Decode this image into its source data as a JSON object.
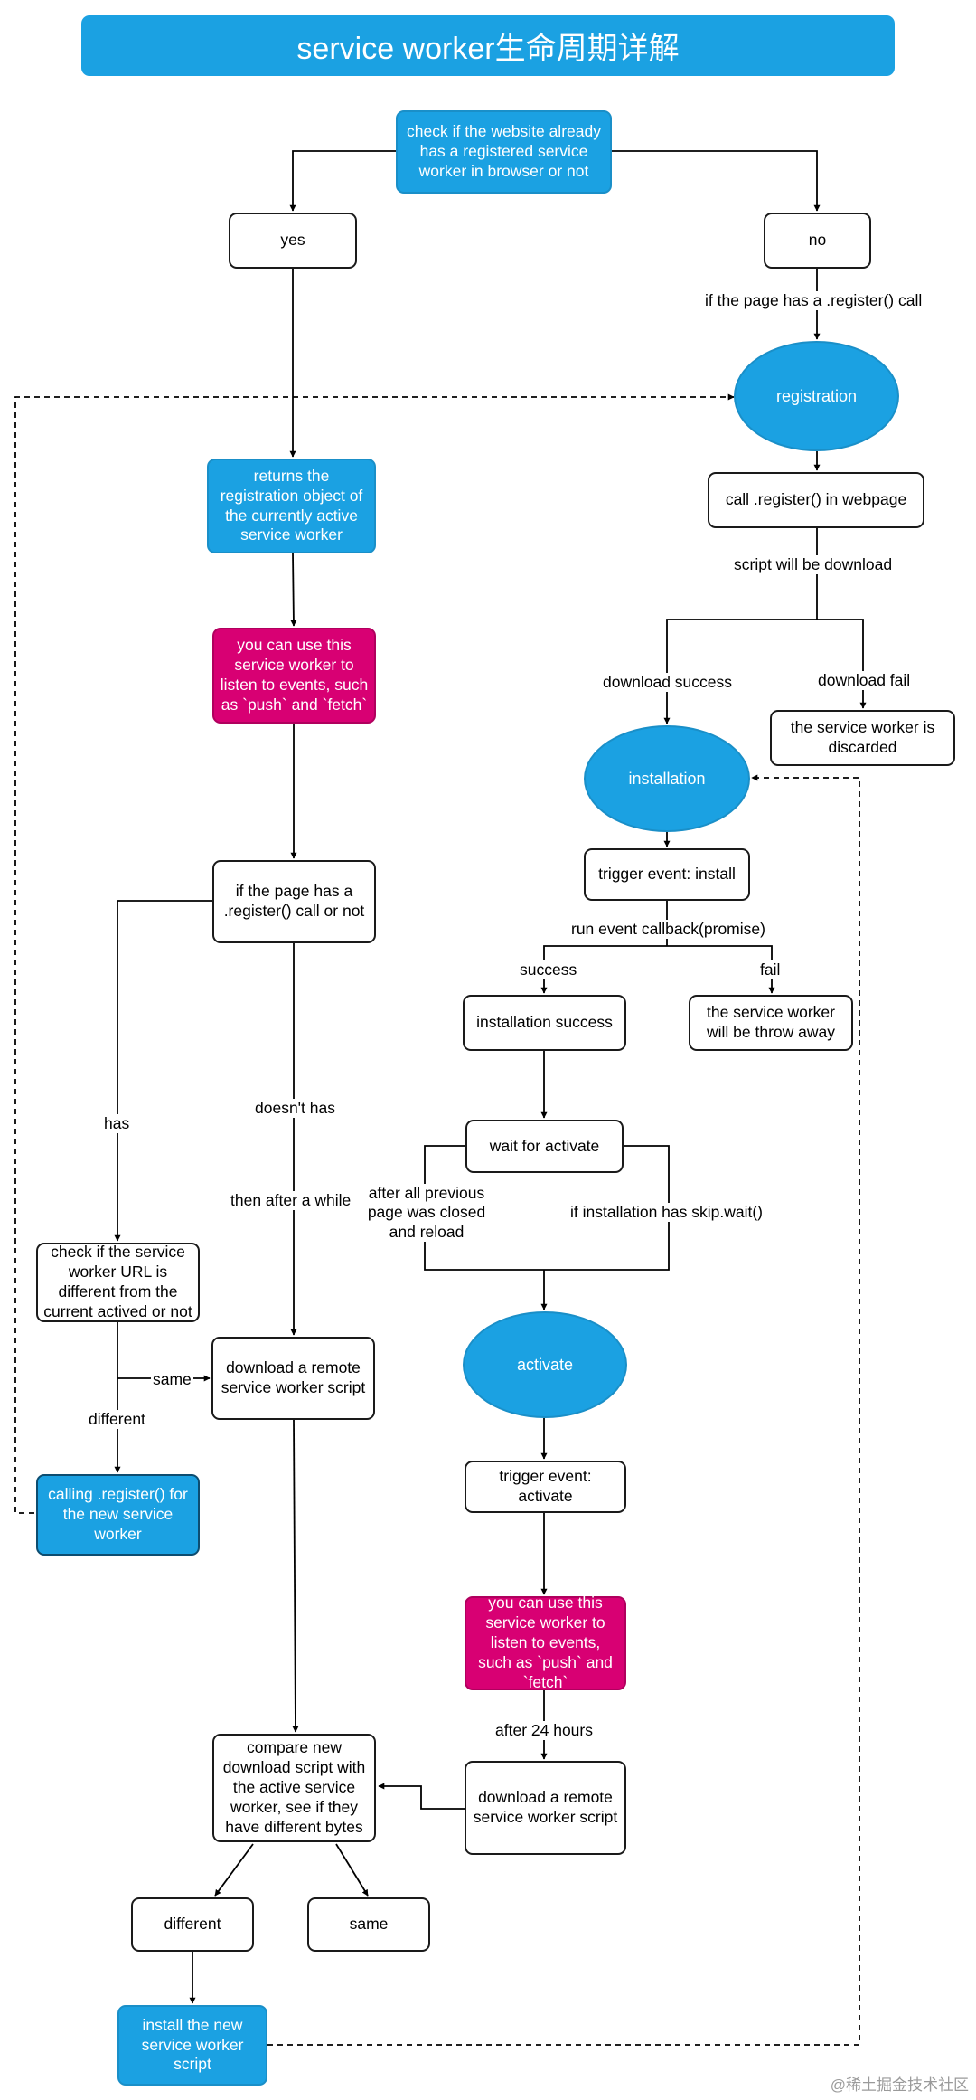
{
  "title": "service worker生命周期详解",
  "watermark": "@稀土掘金技术社区",
  "colors": {
    "primary_blue": "#1ba1e2",
    "highlight_pink": "#d80073",
    "border": "#1a1a1a"
  },
  "nodes": {
    "check_registered": "check if the website already has a registered service worker in browser or not",
    "yes": "yes",
    "no": "no",
    "registration": "registration",
    "call_register": "call .register() in webpage",
    "returns_registration": "returns the registration object of the currently active service worker",
    "use_sw_left": "you can use this service worker to listen to events, such as `push` and `fetch`",
    "installation": "installation",
    "sw_discarded": "the service worker is discarded",
    "trigger_install": "trigger event: install",
    "installation_success": "installation success",
    "throw_away": "the service worker will be throw away",
    "page_has_register": "if the page has a .register() call or not",
    "wait_activate": "wait for activate",
    "check_url": "check if the service worker URL is different from the current actived or not",
    "download_remote_left": "download a remote service worker script",
    "activate": "activate",
    "calling_register": "calling .register() for the new service worker",
    "trigger_activate": "trigger event: activate",
    "use_sw_right": "you can use this service worker to listen to events, such as `push` and `fetch`",
    "compare_script": "compare new download script with the active service worker, see if they have different bytes",
    "download_remote_right": "download a remote service worker script",
    "different_box": "different",
    "same_box": "same",
    "install_new": "install the new service worker script"
  },
  "edge_labels": {
    "if_register_call": "if the page has a .register() call",
    "script_download": "script will be download",
    "download_success": "download success",
    "download_fail": "download fail",
    "run_callback": "run event callback(promise)",
    "success": "success",
    "fail": "fail",
    "has": "has",
    "doesnt_has": "doesn't has",
    "then_after": "then after a while",
    "after_all_previous": "after all previous page was closed and reload",
    "skip_wait": "if installation has skip.wait()",
    "same_edge": "same",
    "different_edge": "different",
    "after_24": "after 24 hours"
  }
}
